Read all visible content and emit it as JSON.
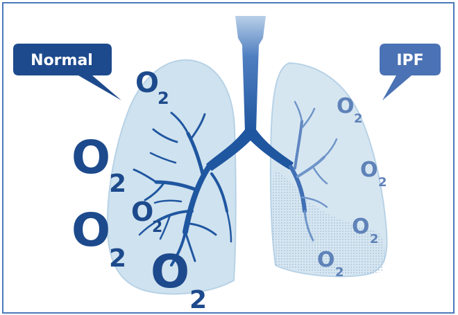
{
  "labels": {
    "normal": "Normal",
    "ipf": "IPF"
  },
  "o2": {
    "symbol": "O",
    "subscript": "2"
  },
  "colors": {
    "frame": "#4a78b8",
    "lung_fill": "#cfe2ef",
    "lung_stroke": "#b7d2e6",
    "airway": "#1f56a0",
    "airway_light": "#8fb2d8",
    "callout": "#1d4a8c",
    "o2_normal": "#1d4a8c",
    "o2_ipf": "#5f82b8",
    "fibrosis": "#b9cde0"
  }
}
